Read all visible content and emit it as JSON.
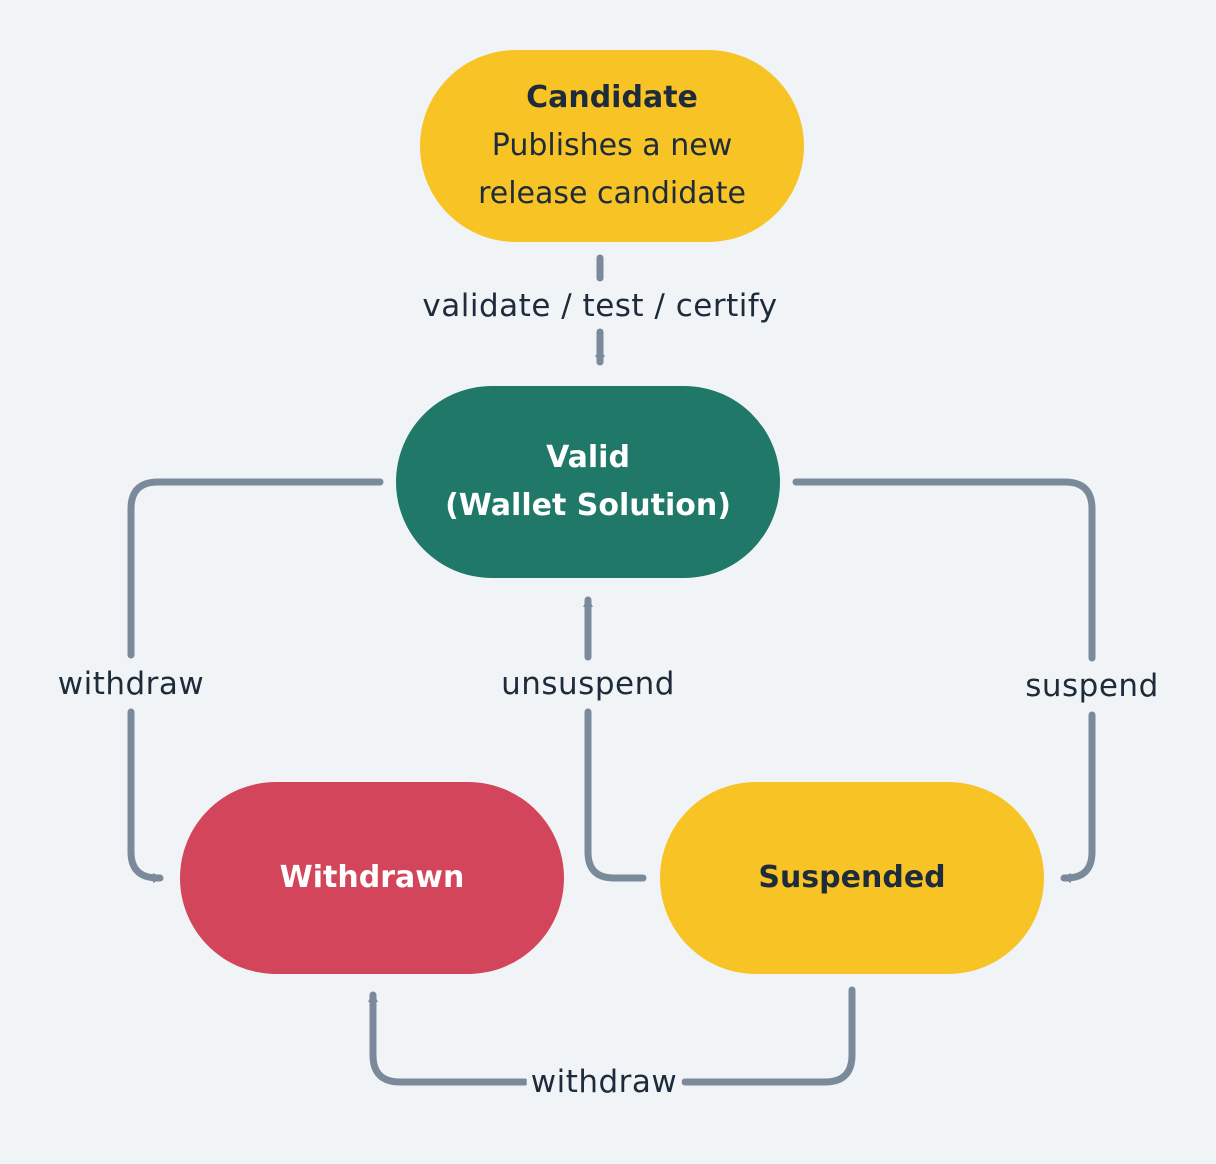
{
  "colors": {
    "background": "#f0f4f7",
    "edge": "#7b8a9b",
    "text_dark": "#1e2b3a",
    "candidate_fill": "#f7c325",
    "valid_fill": "#1f7868",
    "withdrawn_fill": "#d3455b",
    "suspended_fill": "#f7c325"
  },
  "nodes": {
    "candidate": {
      "title": "Candidate",
      "line1": "Publishes a new",
      "line2": "release candidate"
    },
    "valid": {
      "line1": "Valid",
      "line2": "(Wallet Solution)"
    },
    "withdrawn": {
      "title": "Withdrawn"
    },
    "suspended": {
      "title": "Suspended"
    }
  },
  "edges": {
    "candidate_to_valid": "validate / test / certify",
    "valid_to_withdrawn": "withdraw",
    "valid_to_suspended": "suspend",
    "suspended_to_valid": "unsuspend",
    "suspended_to_withdrawn": "withdraw"
  }
}
